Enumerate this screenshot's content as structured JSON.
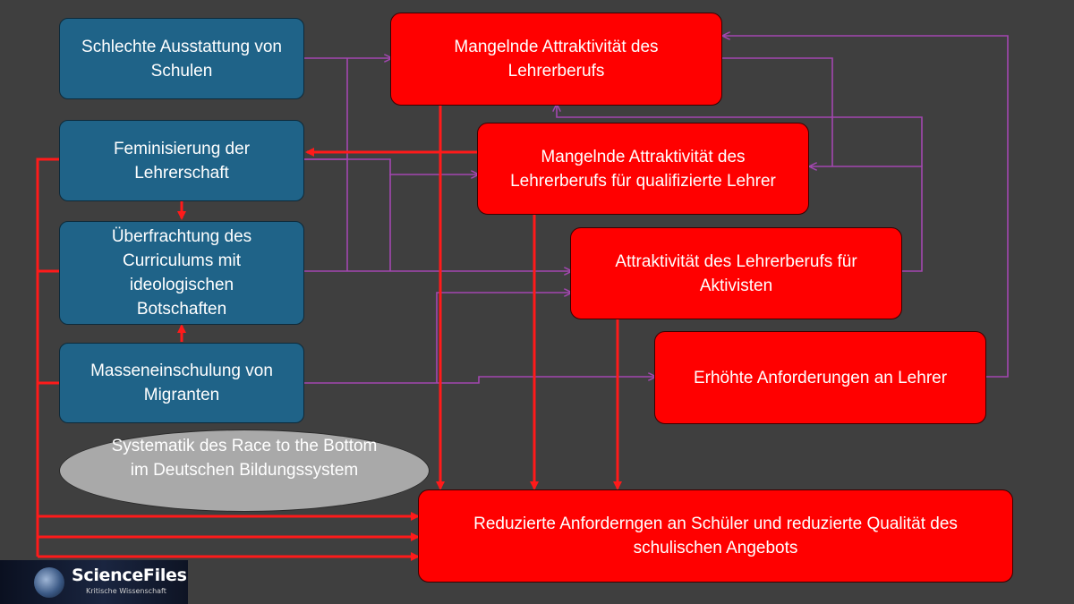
{
  "colors": {
    "background": "#3f3f3f",
    "blue_box": "#1f6388",
    "red_box": "#ff0000",
    "ellipse": "#a9a9a9",
    "red_arrow": "#ff1a1a",
    "purple_arrow": "#a347b0"
  },
  "causes": {
    "ausstattung": "Schlechte Ausstattung von Schulen",
    "feminisierung": "Feminisierung der Lehrerschaft",
    "ueberfrachtung": "Überfrachtung des Curriculums mit ideologischen Botschaften",
    "masseneinschulung": "Masseneinschulung von Migranten"
  },
  "effects": {
    "attraktivitaet": "Mangelnde Attraktivität des Lehrerberufs",
    "qualifizierte": "Mangelnde Attraktivität des Lehrerberufs für qualifizierte Lehrer",
    "aktivisten": "Attraktivität des Lehrerberufs für Aktivisten",
    "anforderungen": "Erhöhte Anforderungen an Lehrer",
    "result": "Reduzierte Anforderngen an Schüler und reduzierte  Qualität des schulischen Angebots"
  },
  "diagram_title": "Systematik des Race to the Bottom im Deutschen Bildungssystem",
  "logo": {
    "name": "ScienceFiles.org",
    "tagline": "Kritische Wissenschaft"
  }
}
